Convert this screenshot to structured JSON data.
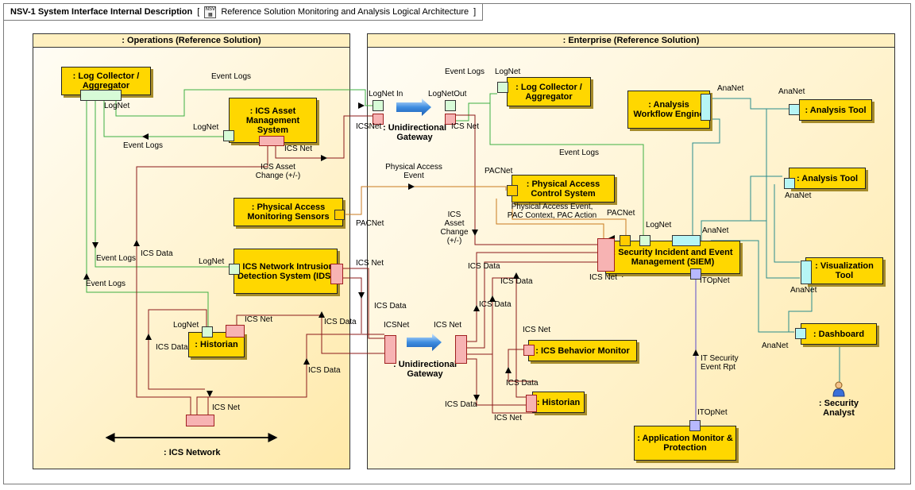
{
  "tab": {
    "title": "NSV-1 System Interface Internal Description",
    "bracket_open": "[",
    "subtitle": "Reference Solution Monitoring and Analysis Logical Architecture",
    "bracket_close": "]"
  },
  "pools": {
    "operations": ": Operations (Reference Solution)",
    "enterprise": ": Enterprise (Reference Solution)"
  },
  "blocks": {
    "log_collector_ops": ": Log Collector / Aggregator",
    "ics_asset_mgmt": ": ICS Asset Management System",
    "pam_sensors": ": Physical Access Monitoring Sensors",
    "ics_ids": ": ICS Network Intrusion Detection System (IDS)",
    "historian_ops": ": Historian",
    "log_collector_ent": ": Log Collector / Aggregator",
    "analysis_workflow": ": Analysis Workflow Engine",
    "analysis_tool_1": ": Analysis Tool",
    "analysis_tool_2": ": Analysis Tool",
    "pac_system": ": Physical Access Control System",
    "siem": ": Security Incident and Event Management (SIEM)",
    "visualization": ": Visualization Tool",
    "dashboard": ": Dashboard",
    "ics_behavior": ": ICS Behavior Monitor",
    "historian_ent": ": Historian",
    "app_monitor": ": Application Monitor & Protection",
    "gateway_top": ": Unidirectional Gateway",
    "gateway_bottom": ": Unidirectional Gateway",
    "ics_network": ": ICS Network",
    "security_analyst": ": Security Analyst"
  },
  "labels": {
    "event_logs": "Event Logs",
    "lognet": "LogNet",
    "lognet_in": "LogNet In",
    "lognet_out": "LogNetOut",
    "icsnet": "ICSNet",
    "ics_net": "ICS Net",
    "ics_data": "ICS Data",
    "ics_asset_change": "ICS Asset Change (+/-)",
    "ics_asset_change_3": "ICS Asset Change (+/-)",
    "pacnet": "PACNet",
    "physical_access_event": "Physical Access Event",
    "pac_triple": "Physical Access Event, PAC Context, PAC Action",
    "ananet": "AnaNet",
    "itopnet": "ITOpNet",
    "it_security_event": "IT Security Event Rpt"
  },
  "colors": {
    "block_fill": "#ffd700",
    "logs_wire": "#3cb043",
    "ics_wire": "#8b1a1a",
    "pac_wire": "#c87a1e",
    "ana_wire": "#2a8c8c",
    "itop_wire": "#5a4acb"
  }
}
